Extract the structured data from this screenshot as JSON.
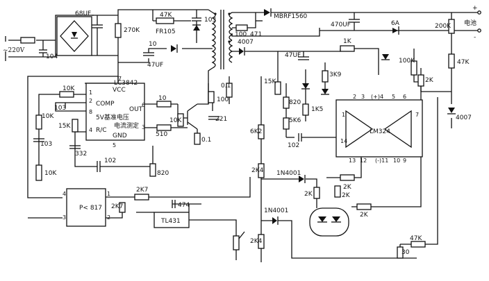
{
  "mains": {
    "voltage": "~220V",
    "cap_in": "104"
  },
  "caps": {
    "c_68uf": "68UF",
    "c_47uf_a": "47UF",
    "c_471": "471",
    "c_470uf": "470UF",
    "c_47uf_b": "47UF",
    "c_103a": "103",
    "c_103b": "103",
    "c_332": "332",
    "c_102a": "102",
    "c_102b": "102",
    "c_221": "221",
    "c_474": "474"
  },
  "resistors": {
    "r270k": "270K",
    "r47k_top": "47K",
    "r10_a": "10",
    "r100_a": "100",
    "r10k_a": "10K",
    "r10k_b": "10K",
    "r15k_a": "15K",
    "r10k_c": "10K",
    "r820_a": "820",
    "r10_b": "10",
    "r510": "510",
    "r10k_d": "10K",
    "r100_b": "100",
    "r0_1_a": "0.1",
    "r0_1_b": "0.1",
    "r1k_a": "1K",
    "r3k9": "3K9",
    "r1k5": "1K5",
    "r15k_b": "15K",
    "r820_b": "820",
    "r5k6": "5K6",
    "r6k2": "6K2",
    "r2k4_a": "2K4",
    "r2k7_a": "2K7",
    "r2k7_b": "2K7",
    "r2k4_b": "2K4",
    "r100k": "100K",
    "r2k_a": "2K",
    "r200k": "200K",
    "r47k_r": "47K",
    "r2k_b": "2K",
    "r2k_c": "2K",
    "r2k_d": "2K",
    "r47k_bot": "47K",
    "r30": "30"
  },
  "diodes": {
    "fr105": "FR105",
    "mbr": "MBRF1560",
    "d4007_a": "4007",
    "d4007_b": "4007",
    "d1n4001_a": "1N4001",
    "d1n4001_b": "1N4001"
  },
  "fuse": "6A",
  "ic_main": {
    "name": "LC3842",
    "vcc": "VCC",
    "comp": "COMP",
    "vref": "5V基准电压",
    "out": "OUT",
    "isense": "电流测定",
    "rc": "R/C",
    "gnd": "GND",
    "pins": [
      "1",
      "2",
      "8",
      "4",
      "7",
      "6",
      "3",
      "5"
    ]
  },
  "opto": "P< 817",
  "opto_pins": [
    "4",
    "3",
    "1",
    "2"
  ],
  "tl431": "TL431",
  "lm324": {
    "name": "LM324",
    "pins": [
      "1",
      "2",
      "3",
      "(+)4",
      "5",
      "6",
      "7",
      "14",
      "13",
      "12",
      "(-)11",
      "10",
      "9"
    ]
  },
  "battery": "电池",
  "terminals": {
    "pos": "+",
    "neg": "-"
  }
}
